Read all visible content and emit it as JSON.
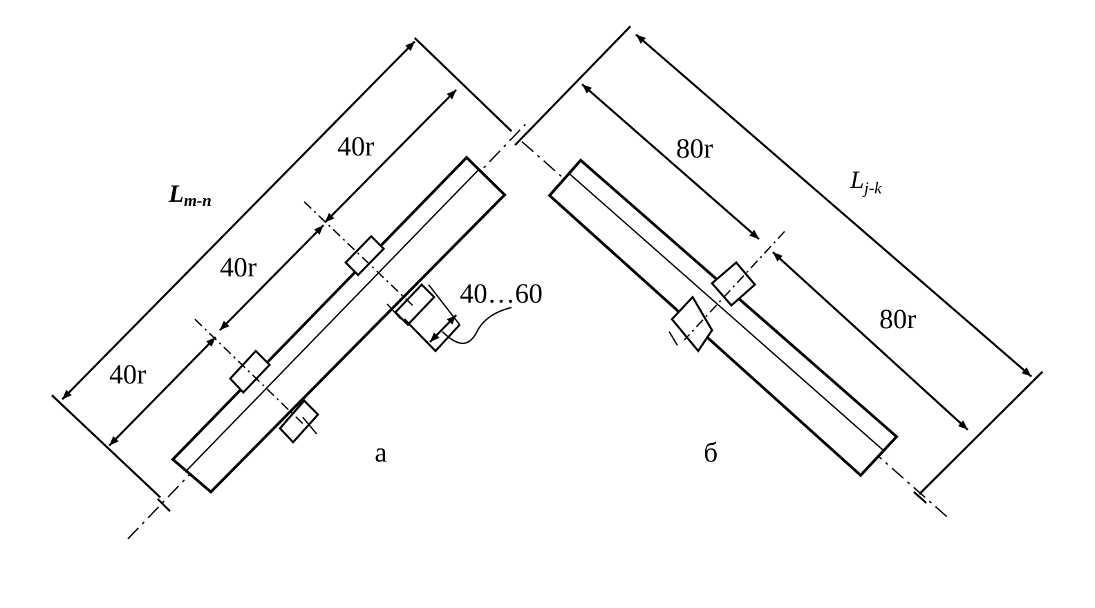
{
  "colors": {
    "ink": "#000000",
    "paper": "#ffffff"
  },
  "diagram": {
    "panel_a": {
      "label": "а",
      "length_label": "L",
      "length_sub": "m-n",
      "dim_outer_lower": "40r",
      "dim_middle": "40r",
      "dim_upper": "40r",
      "dim_offset": "40…60"
    },
    "panel_b": {
      "label": "б",
      "length_label": "L",
      "length_sub": "j-k",
      "dim_upper": "80r",
      "dim_lower": "80r"
    }
  }
}
